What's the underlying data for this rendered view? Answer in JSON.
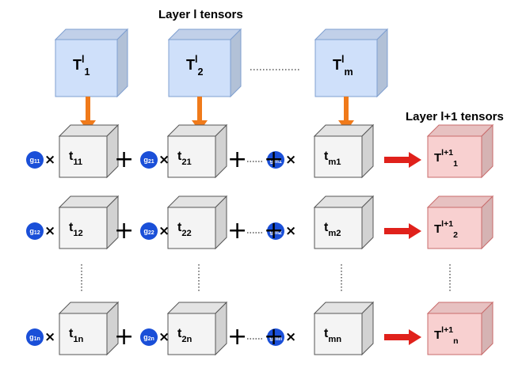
{
  "titles": {
    "top": "Layer l tensors",
    "right": "Layer l+1 tensors"
  },
  "top_tensors": [
    {
      "base": "T",
      "sup": "l",
      "sub": "1"
    },
    {
      "base": "T",
      "sup": "l",
      "sub": "2"
    },
    {
      "base": "T",
      "sup": "l",
      "sub": "m"
    }
  ],
  "rows": [
    {
      "gates": [
        {
          "base": "g",
          "sub": "11"
        },
        {
          "base": "g",
          "sub": "21"
        },
        {
          "base": "g",
          "sub": "m1"
        }
      ],
      "cubes": [
        {
          "base": "t",
          "sub": "11"
        },
        {
          "base": "t",
          "sub": "21"
        },
        {
          "base": "t",
          "sub": "m1"
        }
      ],
      "output": {
        "base": "T",
        "sup": "l+1",
        "sub": "1"
      }
    },
    {
      "gates": [
        {
          "base": "g",
          "sub": "12"
        },
        {
          "base": "g",
          "sub": "22"
        },
        {
          "base": "g",
          "sub": "m2"
        }
      ],
      "cubes": [
        {
          "base": "t",
          "sub": "12"
        },
        {
          "base": "t",
          "sub": "22"
        },
        {
          "base": "t",
          "sub": "m2"
        }
      ],
      "output": {
        "base": "T",
        "sup": "l+1",
        "sub": "2"
      }
    },
    {
      "gates": [
        {
          "base": "g",
          "sub": "1n"
        },
        {
          "base": "g",
          "sub": "2n"
        },
        {
          "base": "g",
          "sub": "mn"
        }
      ],
      "cubes": [
        {
          "base": "t",
          "sub": "1n"
        },
        {
          "base": "t",
          "sub": "2n"
        },
        {
          "base": "t",
          "sub": "mn"
        }
      ],
      "output": {
        "base": "T",
        "sup": "l+1",
        "sub": "n"
      }
    }
  ],
  "symbols": {
    "times": "×",
    "plus": "+"
  },
  "colors": {
    "input_cube_face": "#cfe0fa",
    "input_cube_stroke": "#7f9fd0",
    "mid_cube_face": "#f4f4f4",
    "mid_cube_stroke": "#555555",
    "output_cube_face": "#f8d0d0",
    "output_cube_stroke": "#c96b6b",
    "gate_circle": "#1a4fd8",
    "down_arrow": "#f07a1a",
    "right_arrow": "#e0211b"
  }
}
